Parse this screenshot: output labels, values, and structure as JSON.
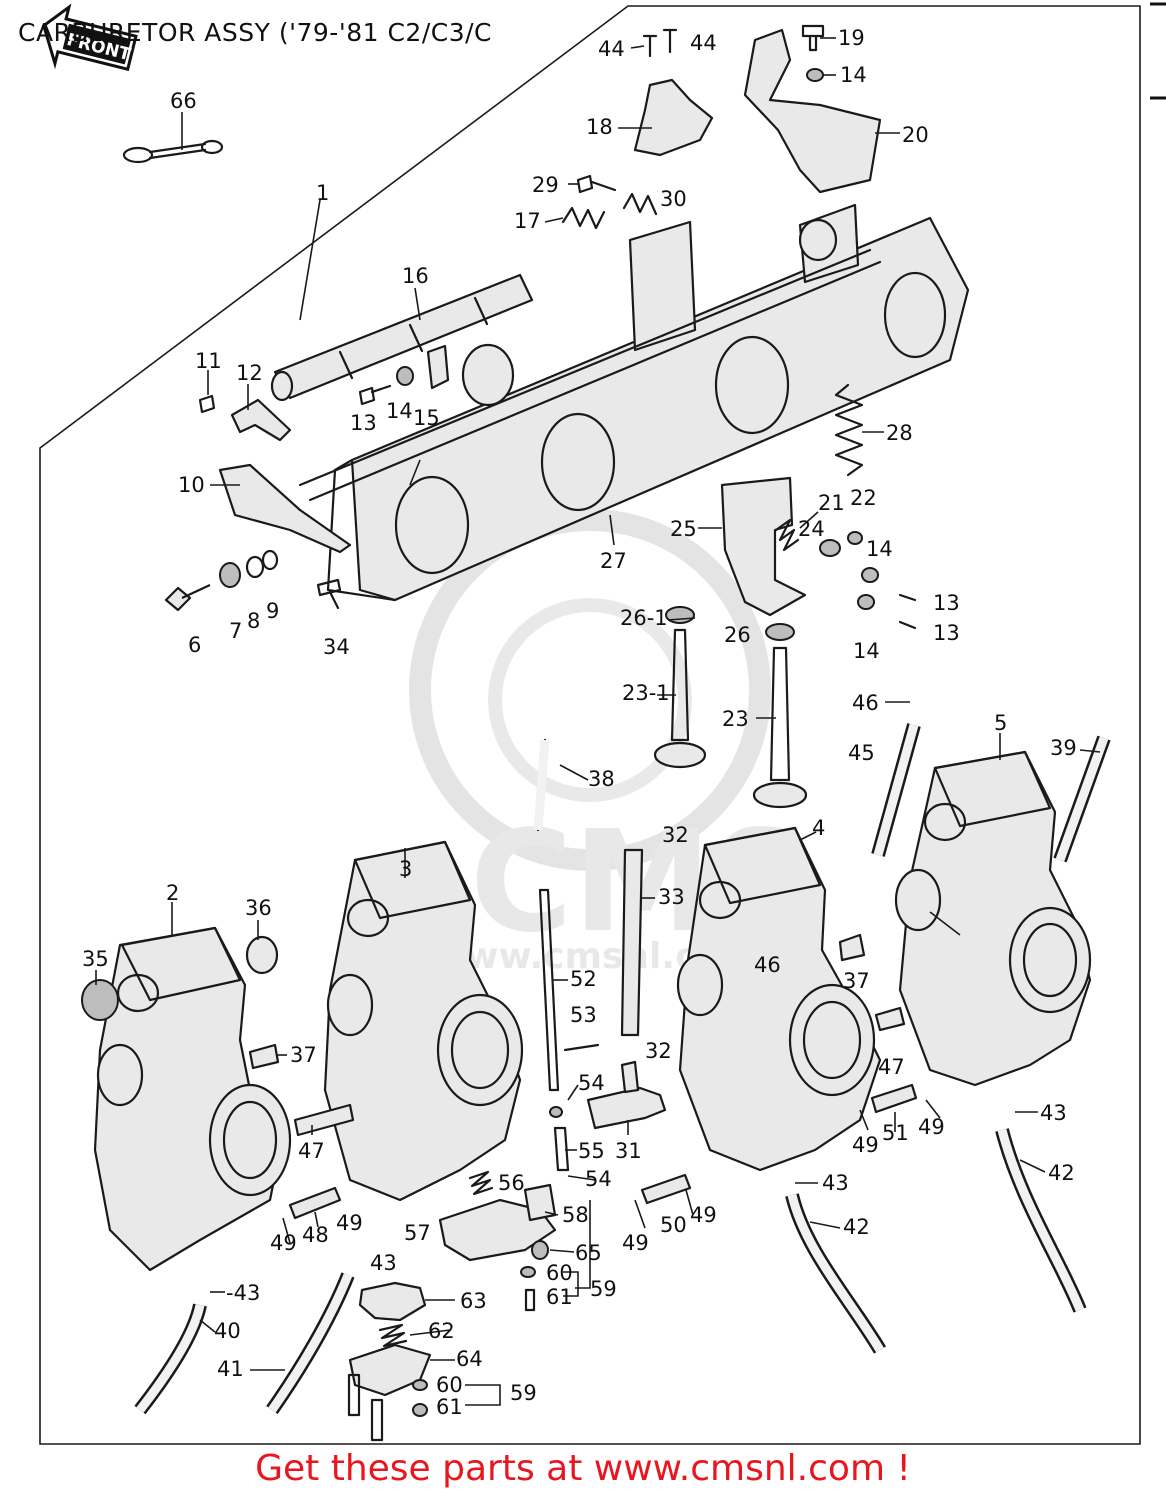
{
  "header": {
    "title": "CARBURETOR ASSY ('79-'81 C2/C3/C",
    "front_label": "FRONT"
  },
  "watermark": {
    "brand": "CMS",
    "url": "www.cmsnl.com"
  },
  "footer": {
    "text": "Get these parts at www.cmsnl.com !"
  },
  "colors": {
    "footer": "#e8161e",
    "ink": "#1a1a1a",
    "watermark": "#d6d6d6"
  },
  "callouts": [
    "66",
    "1",
    "44",
    "44",
    "19",
    "14",
    "18",
    "20",
    "29",
    "30",
    "17",
    "16",
    "11",
    "12",
    "13",
    "14",
    "15",
    "28",
    "10",
    "21",
    "22",
    "24",
    "25",
    "14",
    "27",
    "6",
    "7",
    "8",
    "9",
    "34",
    "26-1",
    "13",
    "26",
    "13",
    "14",
    "23-1",
    "46",
    "23",
    "5",
    "45",
    "39",
    "38",
    "3",
    "32",
    "4",
    "33",
    "2",
    "36",
    "35",
    "52",
    "46",
    "37",
    "37",
    "53",
    "32",
    "54",
    "47",
    "47",
    "55",
    "31",
    "49",
    "51",
    "49",
    "43",
    "56",
    "54",
    "42",
    "43",
    "48",
    "49",
    "58",
    "49",
    "50",
    "49",
    "42",
    "57",
    "65",
    "49",
    "43",
    "60",
    "59",
    "-43",
    "63",
    "61",
    "40",
    "62",
    "64",
    "41",
    "60",
    "59",
    "61"
  ]
}
